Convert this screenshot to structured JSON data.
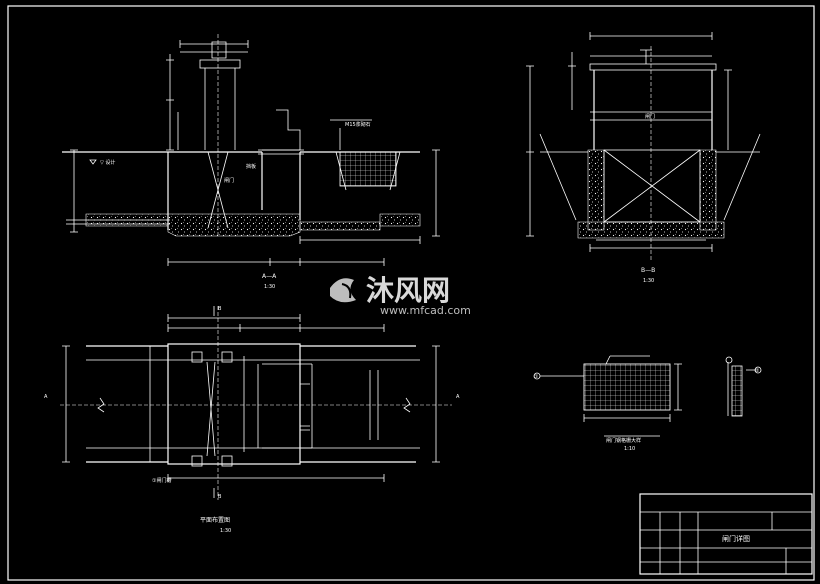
{
  "drawing": {
    "background": "#000000",
    "line_color": "#ffffff"
  },
  "section_aa": {
    "caption": "A—A",
    "scale": "1:30",
    "water_level_label": "▽ 设计",
    "wall_label": "挡板",
    "gate_label": "闸门",
    "grid_label": "M15浆砌石"
  },
  "section_bb": {
    "caption": "B—B",
    "scale": "1:30",
    "center_label": "闸门"
  },
  "plan_view": {
    "caption": "平面布置图",
    "scale": "1:30",
    "cut_marker_a": "A",
    "cut_marker_b": "B",
    "legend_label": "①闸门槽"
  },
  "detail_view": {
    "caption": "闸门钢格栅大样",
    "scale": "1:10",
    "ref_1": "①",
    "ref_2": "②"
  },
  "title_block": {
    "drawing_name": "闸门详图"
  },
  "watermark": {
    "brand": "沐风网",
    "url": "www.mfcad.com"
  }
}
